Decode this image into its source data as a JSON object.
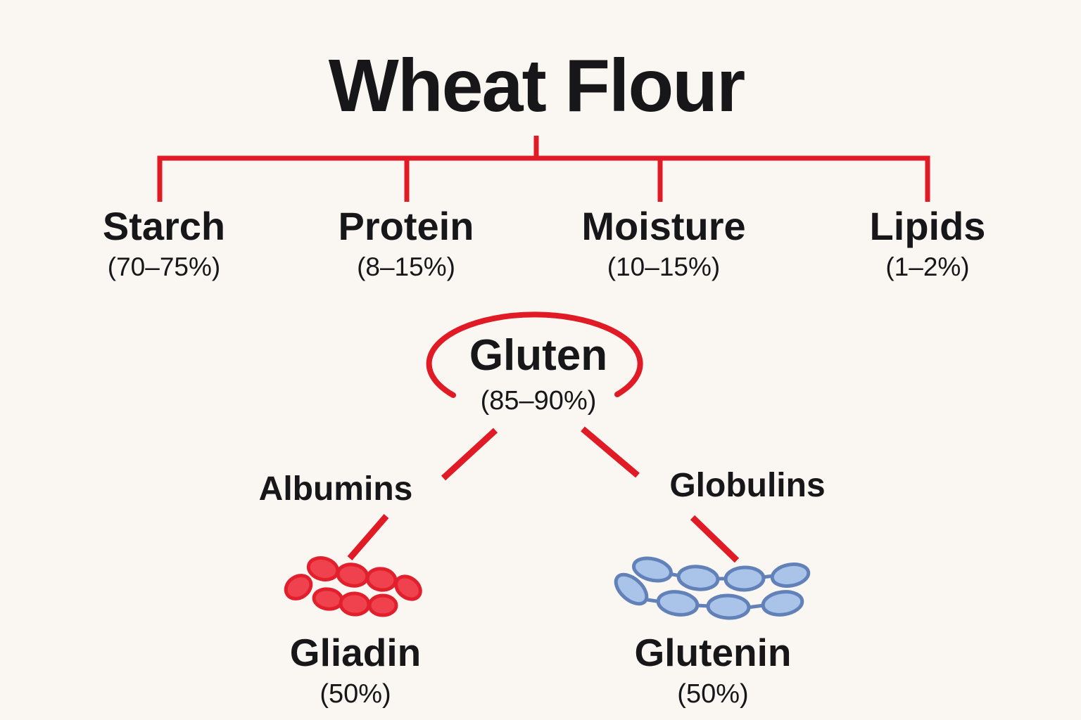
{
  "title": "Wheat Flour",
  "colors": {
    "background": "#faf7f3",
    "line": "#e01b26",
    "text": "#17171a",
    "gliadin_fill": "#f0424e",
    "gliadin_stroke": "#e2202d",
    "glutenin_fill": "#a9c4e8",
    "glutenin_stroke": "#6181b8"
  },
  "components": [
    {
      "name": "Starch",
      "percent": "(70–75%)"
    },
    {
      "name": "Protein",
      "percent": "(8–15%)"
    },
    {
      "name": "Moisture",
      "percent": "(10–15%)"
    },
    {
      "name": "Lipids",
      "percent": "(1–2%)"
    }
  ],
  "gluten": {
    "name": "Gluten",
    "percent": "(85–90%)"
  },
  "gluten_children": [
    {
      "name": "Albumins"
    },
    {
      "name": "Globulins"
    }
  ],
  "proteins": [
    {
      "name": "Gliadin",
      "percent": "(50%)",
      "molecule_color": "red"
    },
    {
      "name": "Glutenin",
      "percent": "(50%)",
      "molecule_color": "blue"
    }
  ]
}
